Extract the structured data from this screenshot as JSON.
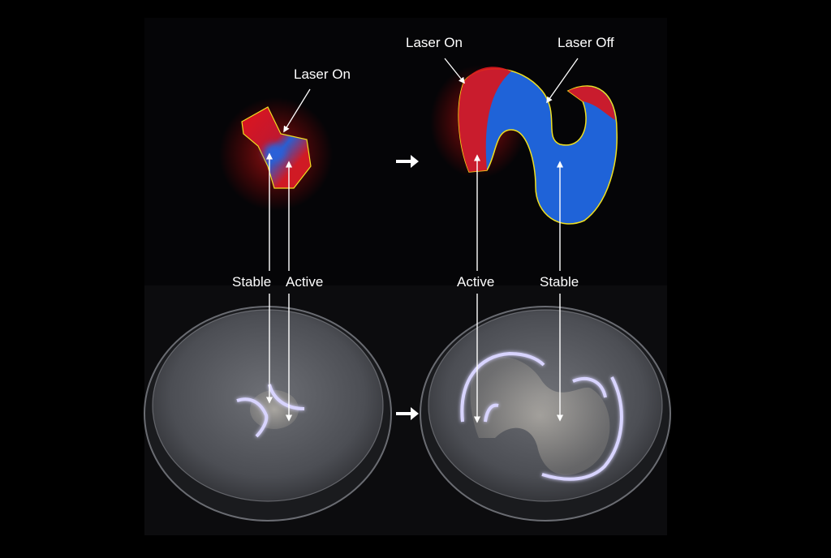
{
  "labels": {
    "laser_on_left": "Laser On",
    "laser_on_right": "Laser On",
    "laser_off_right": "Laser Off",
    "stable_left": "Stable",
    "active_left": "Active",
    "active_right": "Active",
    "stable_right": "Stable"
  },
  "colors": {
    "background": "#000000",
    "panel": "#050507",
    "active_region": "#e0141c",
    "stable_region": "#1f63d8",
    "boundary": "#f0e020",
    "led_glow": "#b8b0ff",
    "dish_surface": "#5a5c62"
  }
}
